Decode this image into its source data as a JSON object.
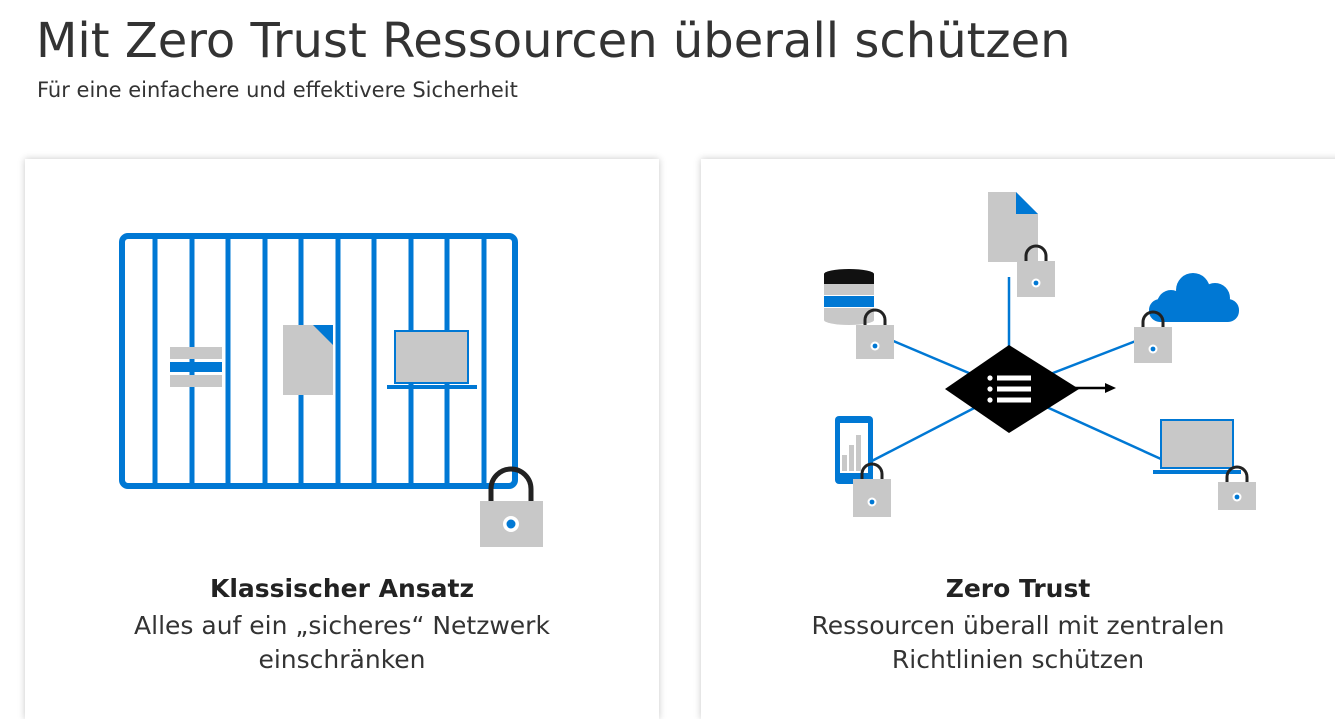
{
  "header": {
    "title": "Mit Zero Trust Ressourcen überall schützen",
    "subtitle": "Für eine einfachere und effektivere Sicherheit"
  },
  "cards": [
    {
      "title": "Klassischer Ansatz",
      "description_line1": "Alles auf ein „sicheres“ Netzwerk",
      "description_line2": "einschränken",
      "icons": [
        "cage-icon",
        "database-icon",
        "document-icon",
        "laptop-icon",
        "padlock-icon"
      ]
    },
    {
      "title": "Zero Trust",
      "description_line1": "Ressourcen überall mit zentralen",
      "description_line2": "Richtlinien schützen",
      "icons": [
        "policy-hub-icon",
        "document-icon",
        "database-icon",
        "cloud-icon",
        "phone-icon",
        "laptop-icon",
        "padlock-icon"
      ]
    }
  ],
  "colors": {
    "accent_blue": "#0078d4",
    "icon_gray": "#c8c8c8",
    "dark": "#000000",
    "text": "#333333"
  }
}
